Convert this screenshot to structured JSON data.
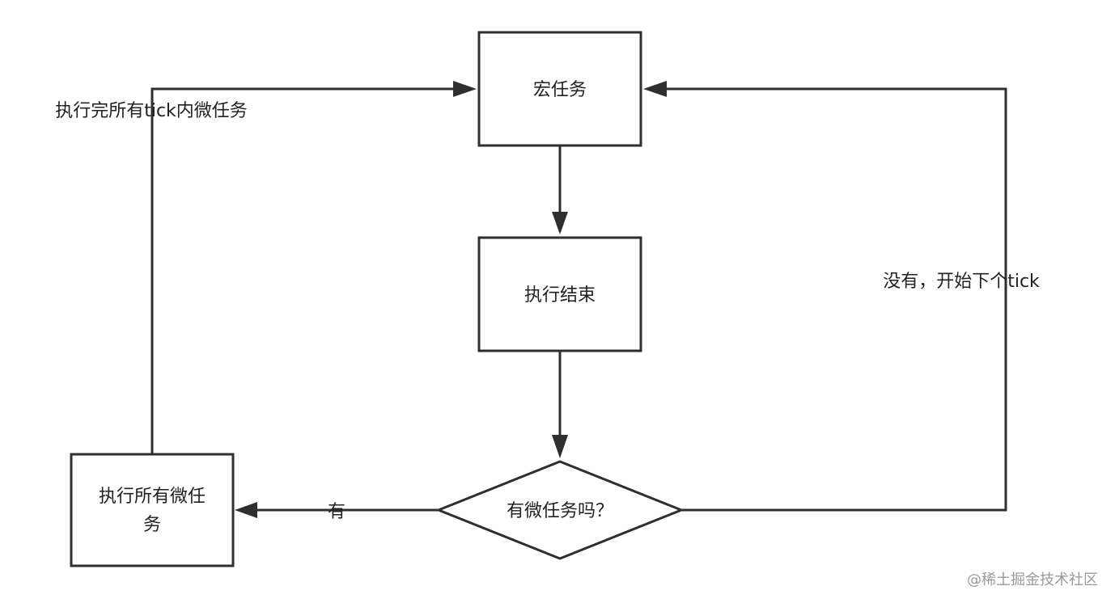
{
  "diagram": {
    "nodes": {
      "macro_task": "宏任务",
      "execution_end": "执行结束",
      "has_microtasks": "有微任务吗？",
      "execute_all_microtasks_line1": "执行所有微任",
      "execute_all_microtasks_line2": "务"
    },
    "edges": {
      "yes": "有",
      "no_next_tick": "没有，开始下个tick",
      "after_microtasks": "执行完所有tick内微任务"
    },
    "watermark": "@稀土掘金技术社区",
    "colors": {
      "stroke": "#2f2f2f",
      "text": "#222222",
      "watermark": "#9a9a9a",
      "background": "#ffffff"
    }
  }
}
